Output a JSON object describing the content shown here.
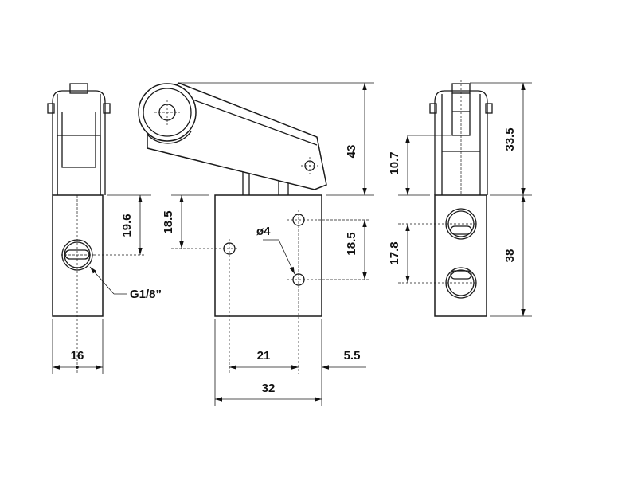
{
  "dimensions": {
    "width_left": "16",
    "height_19_6": "19.6",
    "height_18_5_left": "18.5",
    "thread": "G1/8”",
    "hole_diameter": "ø4",
    "height_43": "43",
    "height_18_5_right": "18.5",
    "spacing_21": "21",
    "offset_5_5": "5.5",
    "width_32": "32",
    "height_10_7": "10.7",
    "height_33_5": "33.5",
    "height_17_8": "17.8",
    "height_38": "38"
  }
}
